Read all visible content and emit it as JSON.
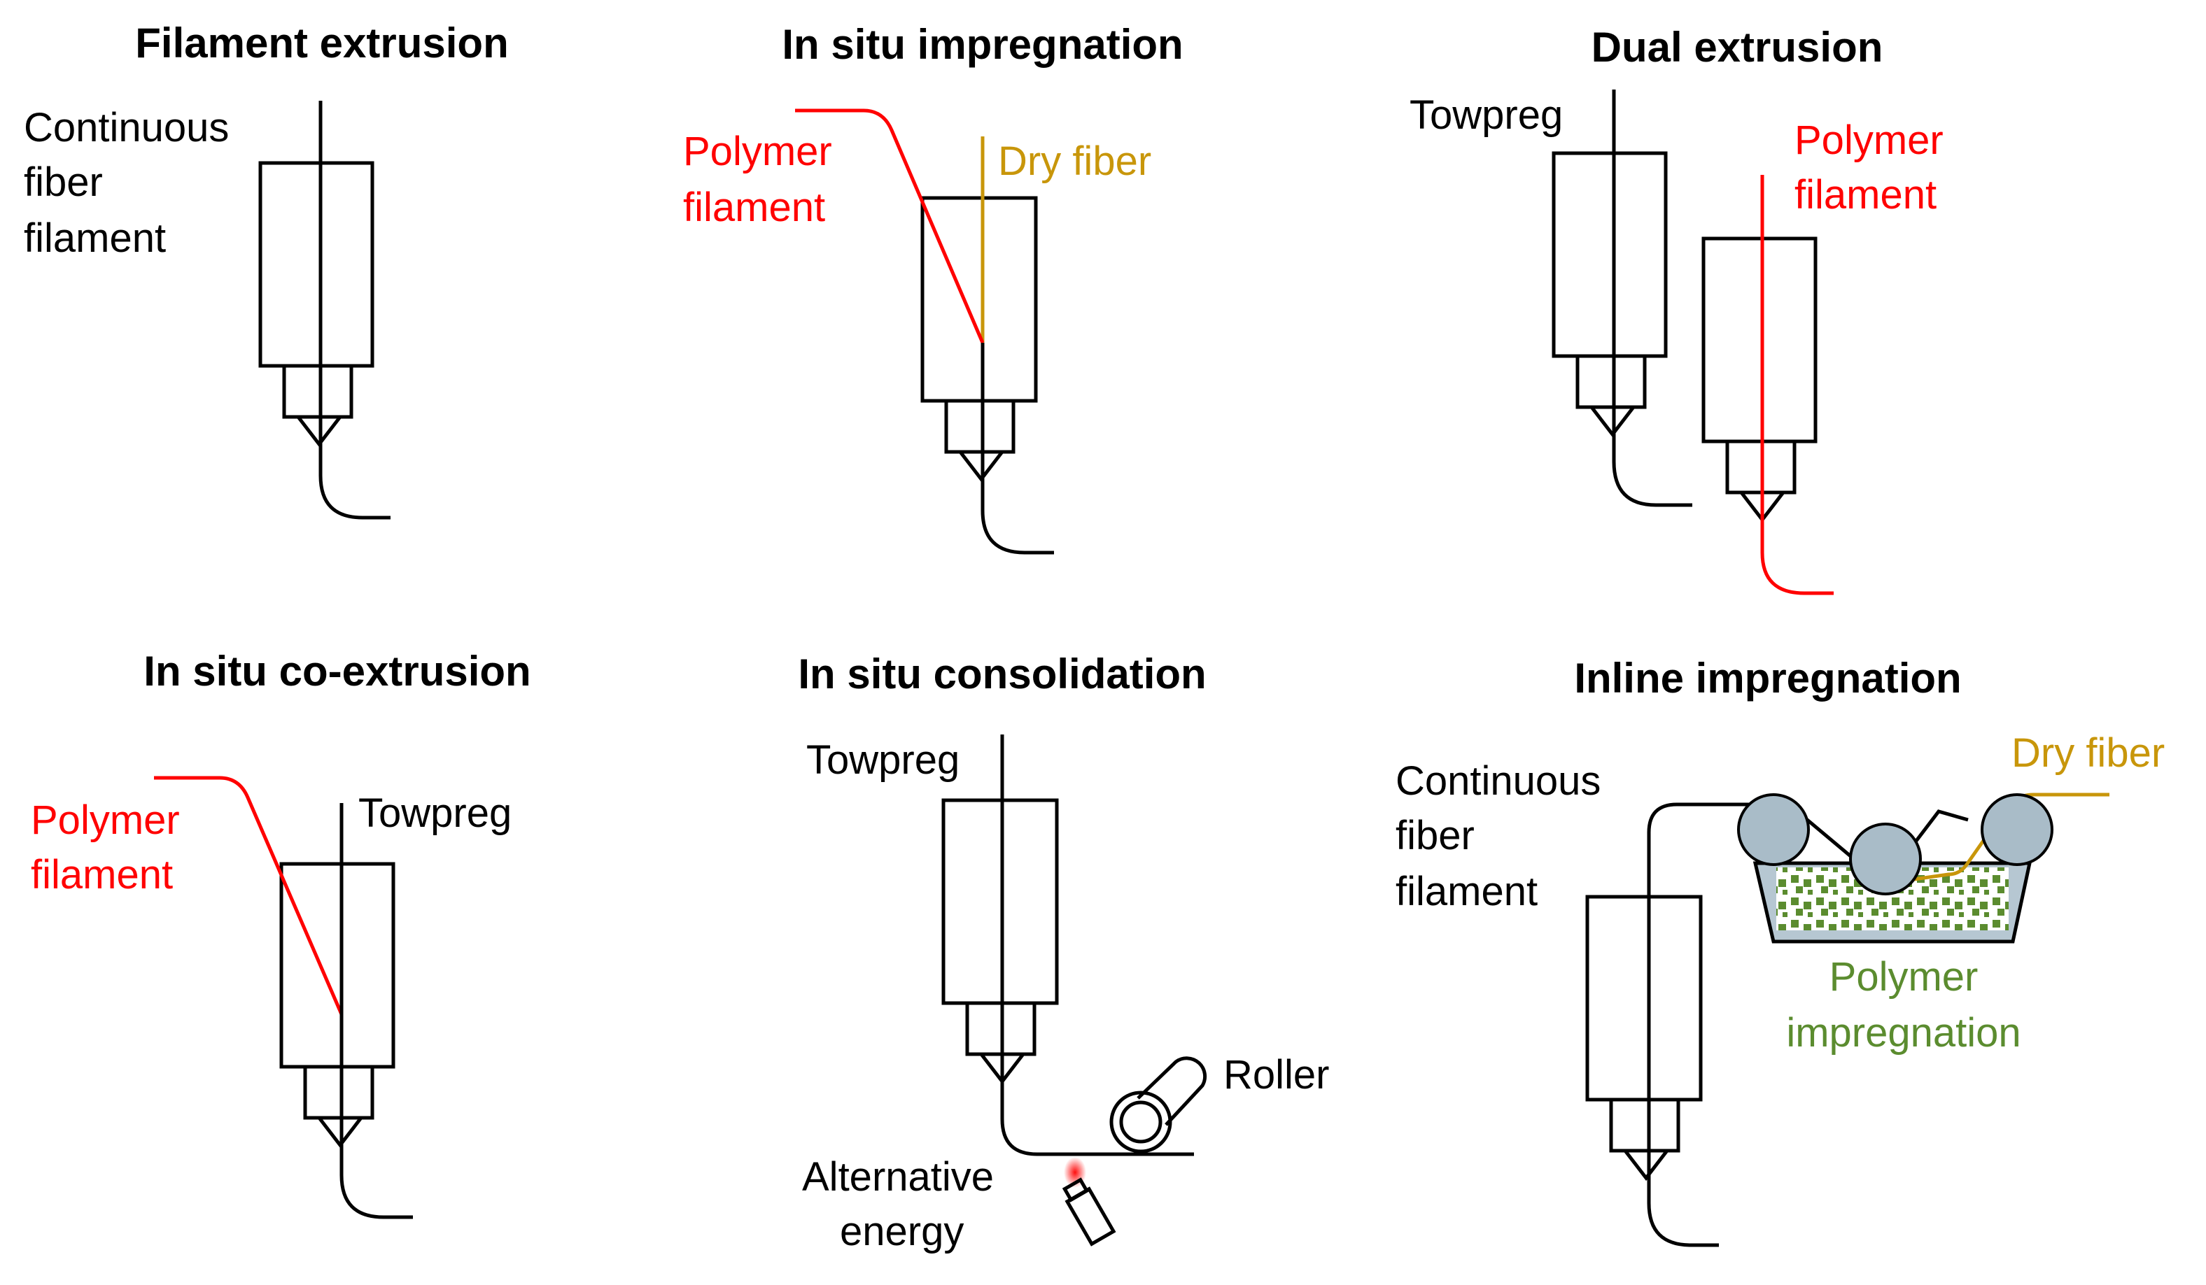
{
  "colors": {
    "line": "#000000",
    "polymer": "#ff0000",
    "dry_fiber": "#c8960a",
    "impregnation": "#5b8c2f",
    "roller": "#a9bcc8",
    "bath": "#b6c7d2"
  },
  "panels": {
    "filament_extrusion": {
      "title": "Filament extrusion",
      "label_lines": [
        "Continuous",
        "fiber",
        "filament"
      ]
    },
    "in_situ_impregnation": {
      "title": "In situ impregnation",
      "polymer_lines": [
        "Polymer",
        "filament"
      ],
      "dry_fiber": "Dry fiber"
    },
    "dual_extrusion": {
      "title": "Dual extrusion",
      "towpreg": "Towpreg",
      "polymer_lines": [
        "Polymer",
        "filament"
      ]
    },
    "in_situ_coextrusion": {
      "title": "In situ co-extrusion",
      "polymer_lines": [
        "Polymer",
        "filament"
      ],
      "towpreg": "Towpreg"
    },
    "in_situ_consolidation": {
      "title": "In situ consolidation",
      "towpreg": "Towpreg",
      "roller": "Roller",
      "energy_lines": [
        "Alternative",
        "energy"
      ]
    },
    "inline_impregnation": {
      "title": "Inline impregnation",
      "label_lines": [
        "Continuous",
        "fiber",
        "filament"
      ],
      "dry_fiber": "Dry fiber",
      "impregnation_lines": [
        "Polymer",
        "impregnation"
      ]
    }
  }
}
